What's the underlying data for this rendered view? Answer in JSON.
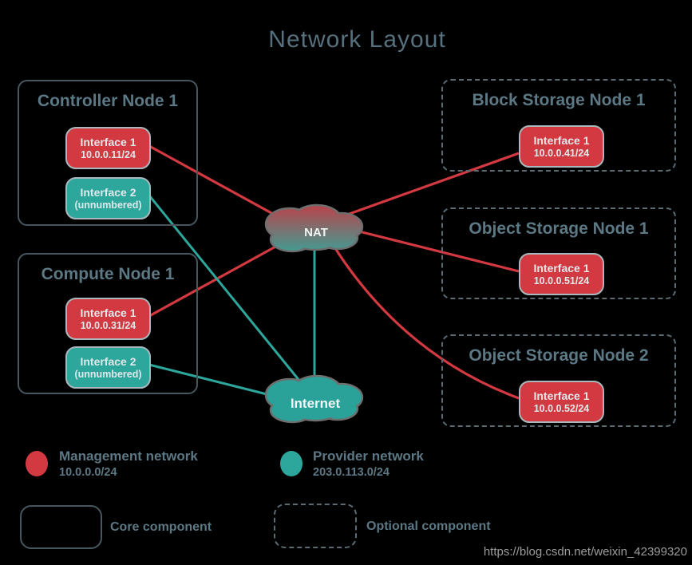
{
  "title": "Network Layout",
  "watermark": "https://blog.csdn.net/weixin_42399320",
  "colors": {
    "management_red": "#d23940",
    "provider_teal": "#2da69c",
    "background": "#000000"
  },
  "clouds": [
    {
      "id": "nat",
      "label": "NAT"
    },
    {
      "id": "internet",
      "label": "Internet"
    }
  ],
  "nodes": [
    {
      "label": "Controller Node 1",
      "type": "core",
      "interfaces": [
        {
          "name": "Interface 1",
          "detail": "10.0.0.11/24",
          "network": "management"
        },
        {
          "name": "Interface 2",
          "detail": "(unnumbered)",
          "network": "provider"
        }
      ]
    },
    {
      "label": "Compute Node 1",
      "type": "core",
      "interfaces": [
        {
          "name": "Interface 1",
          "detail": "10.0.0.31/24",
          "network": "management"
        },
        {
          "name": "Interface 2",
          "detail": "(unnumbered)",
          "network": "provider"
        }
      ]
    },
    {
      "label": "Block Storage Node 1",
      "type": "optional",
      "interfaces": [
        {
          "name": "Interface 1",
          "detail": "10.0.0.41/24",
          "network": "management"
        }
      ]
    },
    {
      "label": "Object Storage Node 1",
      "type": "optional",
      "interfaces": [
        {
          "name": "Interface 1",
          "detail": "10.0.0.51/24",
          "network": "management"
        }
      ]
    },
    {
      "label": "Object Storage Node 2",
      "type": "optional",
      "interfaces": [
        {
          "name": "Interface 1",
          "detail": "10.0.0.52/24",
          "network": "management"
        }
      ]
    }
  ],
  "legend": {
    "networks": [
      {
        "label": "Management network",
        "subnet": "10.0.0.0/24",
        "color": "#d23940"
      },
      {
        "label": "Provider network",
        "subnet": "203.0.113.0/24",
        "color": "#2da69c"
      }
    ],
    "components": [
      {
        "label": "Core component",
        "style": "solid"
      },
      {
        "label": "Optional component",
        "style": "dashed"
      }
    ]
  }
}
